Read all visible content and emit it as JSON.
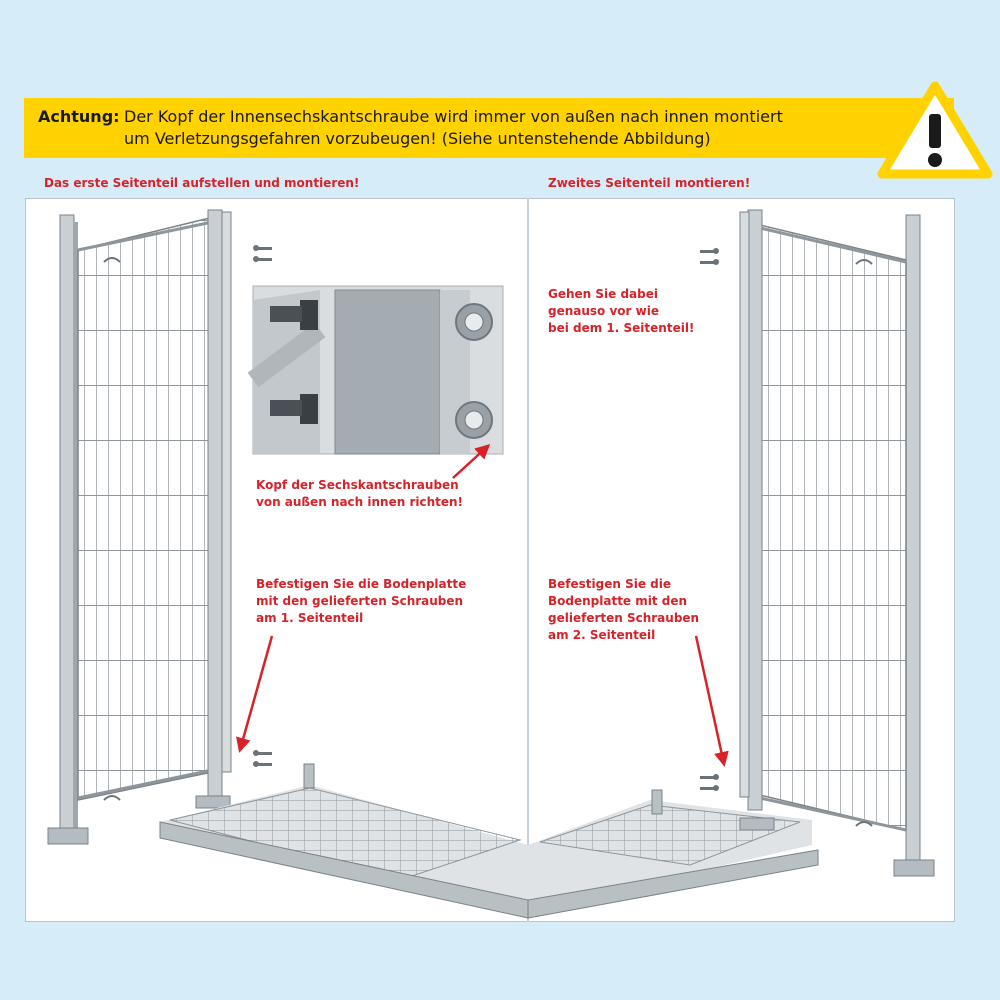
{
  "warning": {
    "label": "Achtung:",
    "line1": "Der Kopf der Innensechskantschraube wird immer von außen nach innen montiert",
    "line2": "um Verletzungsgefahren vorzubeugen! (Siehe untenstehende Abbildung)",
    "icon": "warning-triangle-icon",
    "color": "#ffd200"
  },
  "left_heading": "Das erste Seitenteil aufstellen und montieren!",
  "right_heading": "Zweites Seitenteil montieren!",
  "detail_note": {
    "line1": "Kopf der Sechskantschrauben",
    "line2": "von außen nach innen richten!"
  },
  "left_note": {
    "line1": "Befestigen Sie die Bodenplatte",
    "line2": "mit den gelieferten Schrauben",
    "line3": "am 1. Seitenteil"
  },
  "right_top_note": {
    "line1": "Gehen Sie dabei",
    "line2": "genauso vor wie",
    "line3": "bei dem 1. Seitenteil!"
  },
  "right_note": {
    "line1": "Befestigen Sie die",
    "line2": "Bodenplatte mit den",
    "line3": "gelieferten Schrauben",
    "line4": "am 2. Seitenteil"
  },
  "colors": {
    "accent_red": "#d6232a",
    "background": "#d6ecf9"
  }
}
